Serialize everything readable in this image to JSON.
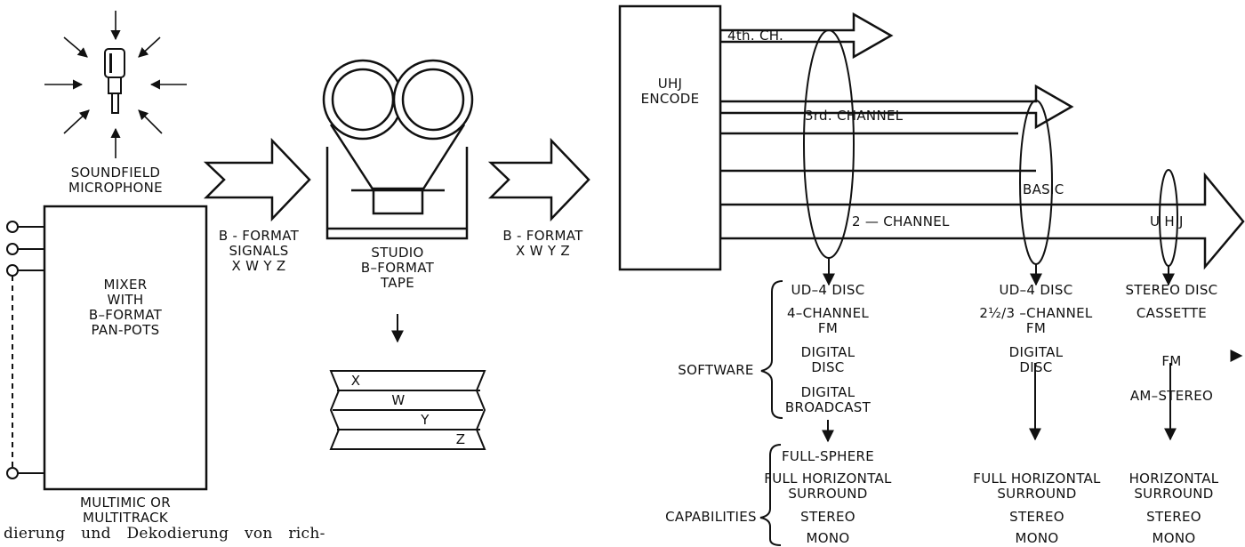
{
  "microphone": {
    "label": "SOUNDFIELD\nMICROPHONE"
  },
  "mixer": {
    "label": "MIXER\nWITH\nB–FORMAT\nPAN-POTS",
    "sub_label": "MULTIMIC OR\nMULTITRACK"
  },
  "arrow1": {
    "label": "B - FORMAT\nSIGNALS\nX W Y Z"
  },
  "tape": {
    "label": "STUDIO\nB–FORMAT\nTAPE",
    "tracks": [
      "X",
      "W",
      "Y",
      "Z"
    ]
  },
  "arrow2": {
    "label": "B - FORMAT\nX W Y Z"
  },
  "encoder": {
    "label": "UHJ\nENCODE"
  },
  "channels": {
    "ch4": "4th.  CH.",
    "ch3": "3rd. CHANNEL",
    "basic": "BASIC",
    "ch2": "2 — CHANNEL",
    "uhj": "U H J"
  },
  "software": {
    "label": "SOFTWARE",
    "col1": [
      "UD–4  DISC",
      "4–CHANNEL\nFM",
      "DIGITAL\nDISC",
      "DIGITAL\nBROADCAST"
    ],
    "col2": [
      "UD–4  DISC",
      "2½/3 –CHANNEL\nFM",
      "DIGITAL\nDISC"
    ],
    "col3": [
      "STEREO DISC",
      "CASSETTE",
      "FM",
      "AM–STEREO"
    ]
  },
  "capabilities": {
    "label": "CAPABILITIES",
    "col1": [
      "FULL-SPHERE",
      "FULL HORIZONTAL\nSURROUND",
      "STEREO",
      "MONO"
    ],
    "col2": [
      "FULL HORIZONTAL\nSURROUND",
      "STEREO",
      "MONO"
    ],
    "col3": [
      "HORIZONTAL\nSURROUND",
      "STEREO",
      "MONO"
    ]
  },
  "footer_text": "dierung  und  Dekodierung  von  rich-"
}
